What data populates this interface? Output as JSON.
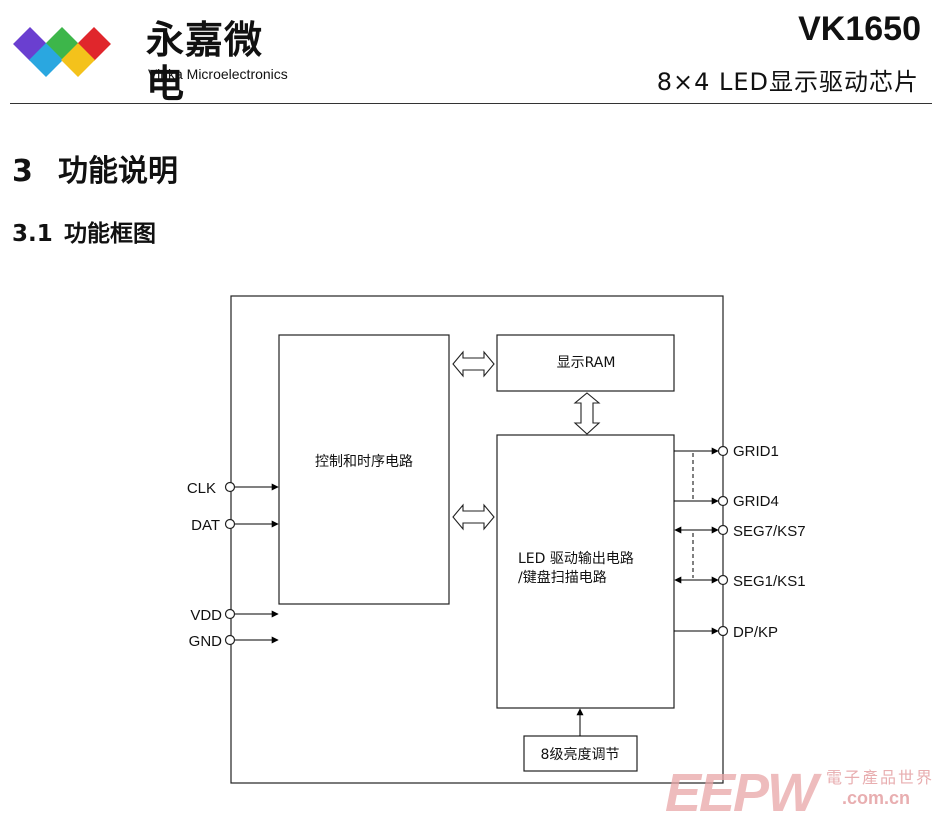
{
  "header": {
    "logo_cn": "永嘉微电",
    "logo_en": "Vinka Microelectronics",
    "title": "VK1650",
    "subtitle": "8×4  LED显示驱动芯片"
  },
  "section": {
    "number": "3",
    "title": "功能说明"
  },
  "subsection": {
    "number": "3.1",
    "title": "功能框图"
  },
  "diagram": {
    "blocks": {
      "control": "控制和时序电路",
      "ram": "显示RAM",
      "driver_line1": "LED 驱动输出电路",
      "driver_line2": "/键盘扫描电路",
      "brightness": "8级亮度调节"
    },
    "pins_left": {
      "clk": "CLK",
      "dat": "DAT",
      "vdd": "VDD",
      "gnd": "GND"
    },
    "pins_right": {
      "grid1": "GRID1",
      "grid4": "GRID4",
      "seg7": "SEG7/KS7",
      "seg1": "SEG1/KS1",
      "dp": "DP/KP"
    }
  },
  "watermark": {
    "brand": "EEPW",
    "cn": "電子產品世界",
    "url": ".com.cn"
  },
  "colors": {
    "logo_purple": "#6a3fd0",
    "logo_green": "#3db64a",
    "logo_red": "#e0262c",
    "logo_blue": "#2aa7e0",
    "logo_yellow": "#f4c21b"
  }
}
